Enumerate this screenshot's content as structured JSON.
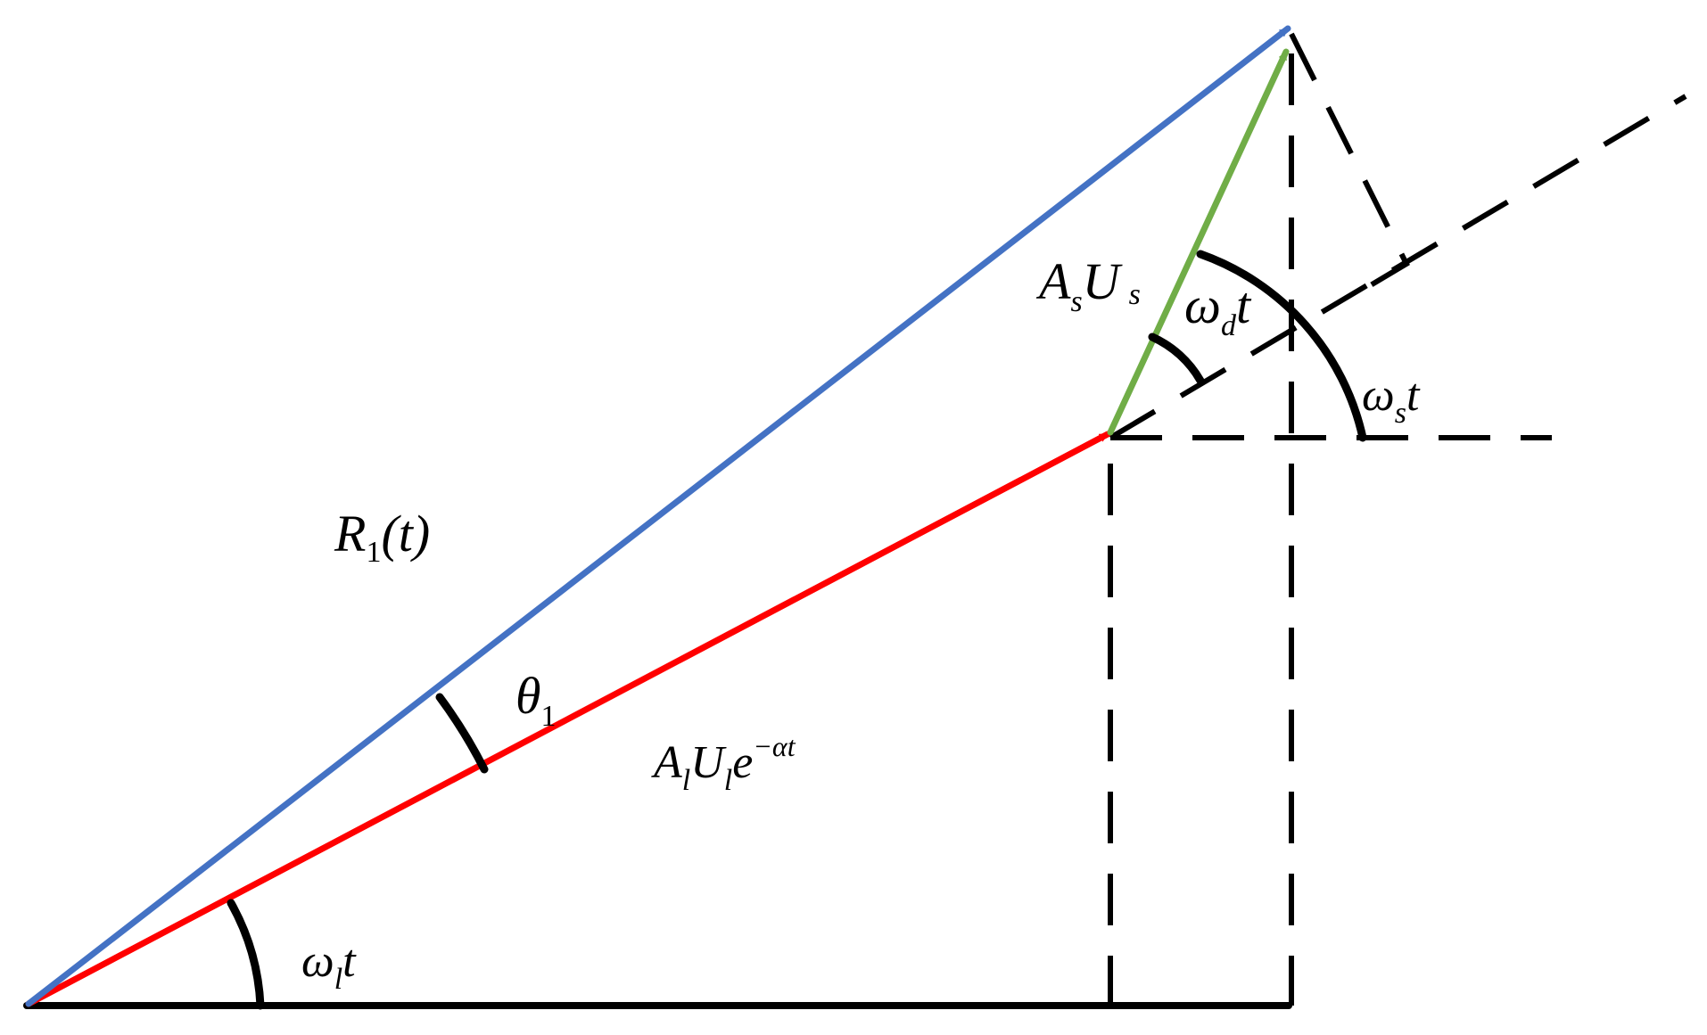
{
  "colors": {
    "resultant": "#4472c4",
    "long_vector": "#ff0000",
    "short_vector": "#70ad47",
    "construction": "#000000"
  },
  "labels": {
    "resultant": {
      "main": "R",
      "sub": "1",
      "arg": "(t)"
    },
    "theta": {
      "main": "θ",
      "sub": "1"
    },
    "long_vector": {
      "a": "A",
      "a_sub": "l",
      "u": "U",
      "u_sub": "l",
      "e": "e",
      "exp": "−αt"
    },
    "short_vector": {
      "a": "A",
      "a_sub": "s",
      "u": "U",
      "u_sub": "s"
    },
    "omega_l": {
      "main": "ω",
      "sub": "l",
      "t": "t"
    },
    "omega_d": {
      "main": "ω",
      "sub": "d",
      "t": "t"
    },
    "omega_s": {
      "main": "ω",
      "sub": "s",
      "t": "t"
    }
  }
}
